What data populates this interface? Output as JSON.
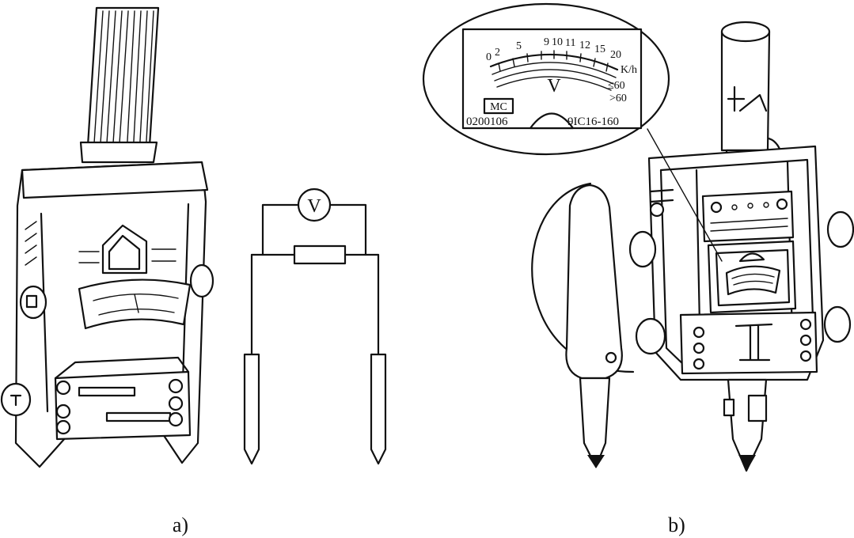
{
  "captions": {
    "a": "a)",
    "b": "b)"
  },
  "circuit": {
    "meter_symbol": "V"
  },
  "dial": {
    "scale_numbers": [
      "0",
      "2",
      "5",
      "9",
      "10",
      "11",
      "12",
      "15",
      "20"
    ],
    "unit_kmh": "K/h",
    "unit_label": "V",
    "le_60": "≤60",
    "gt_60": ">60",
    "mc_mark": "MC",
    "serial_left": "0200106",
    "serial_right": "9IC16-160"
  }
}
